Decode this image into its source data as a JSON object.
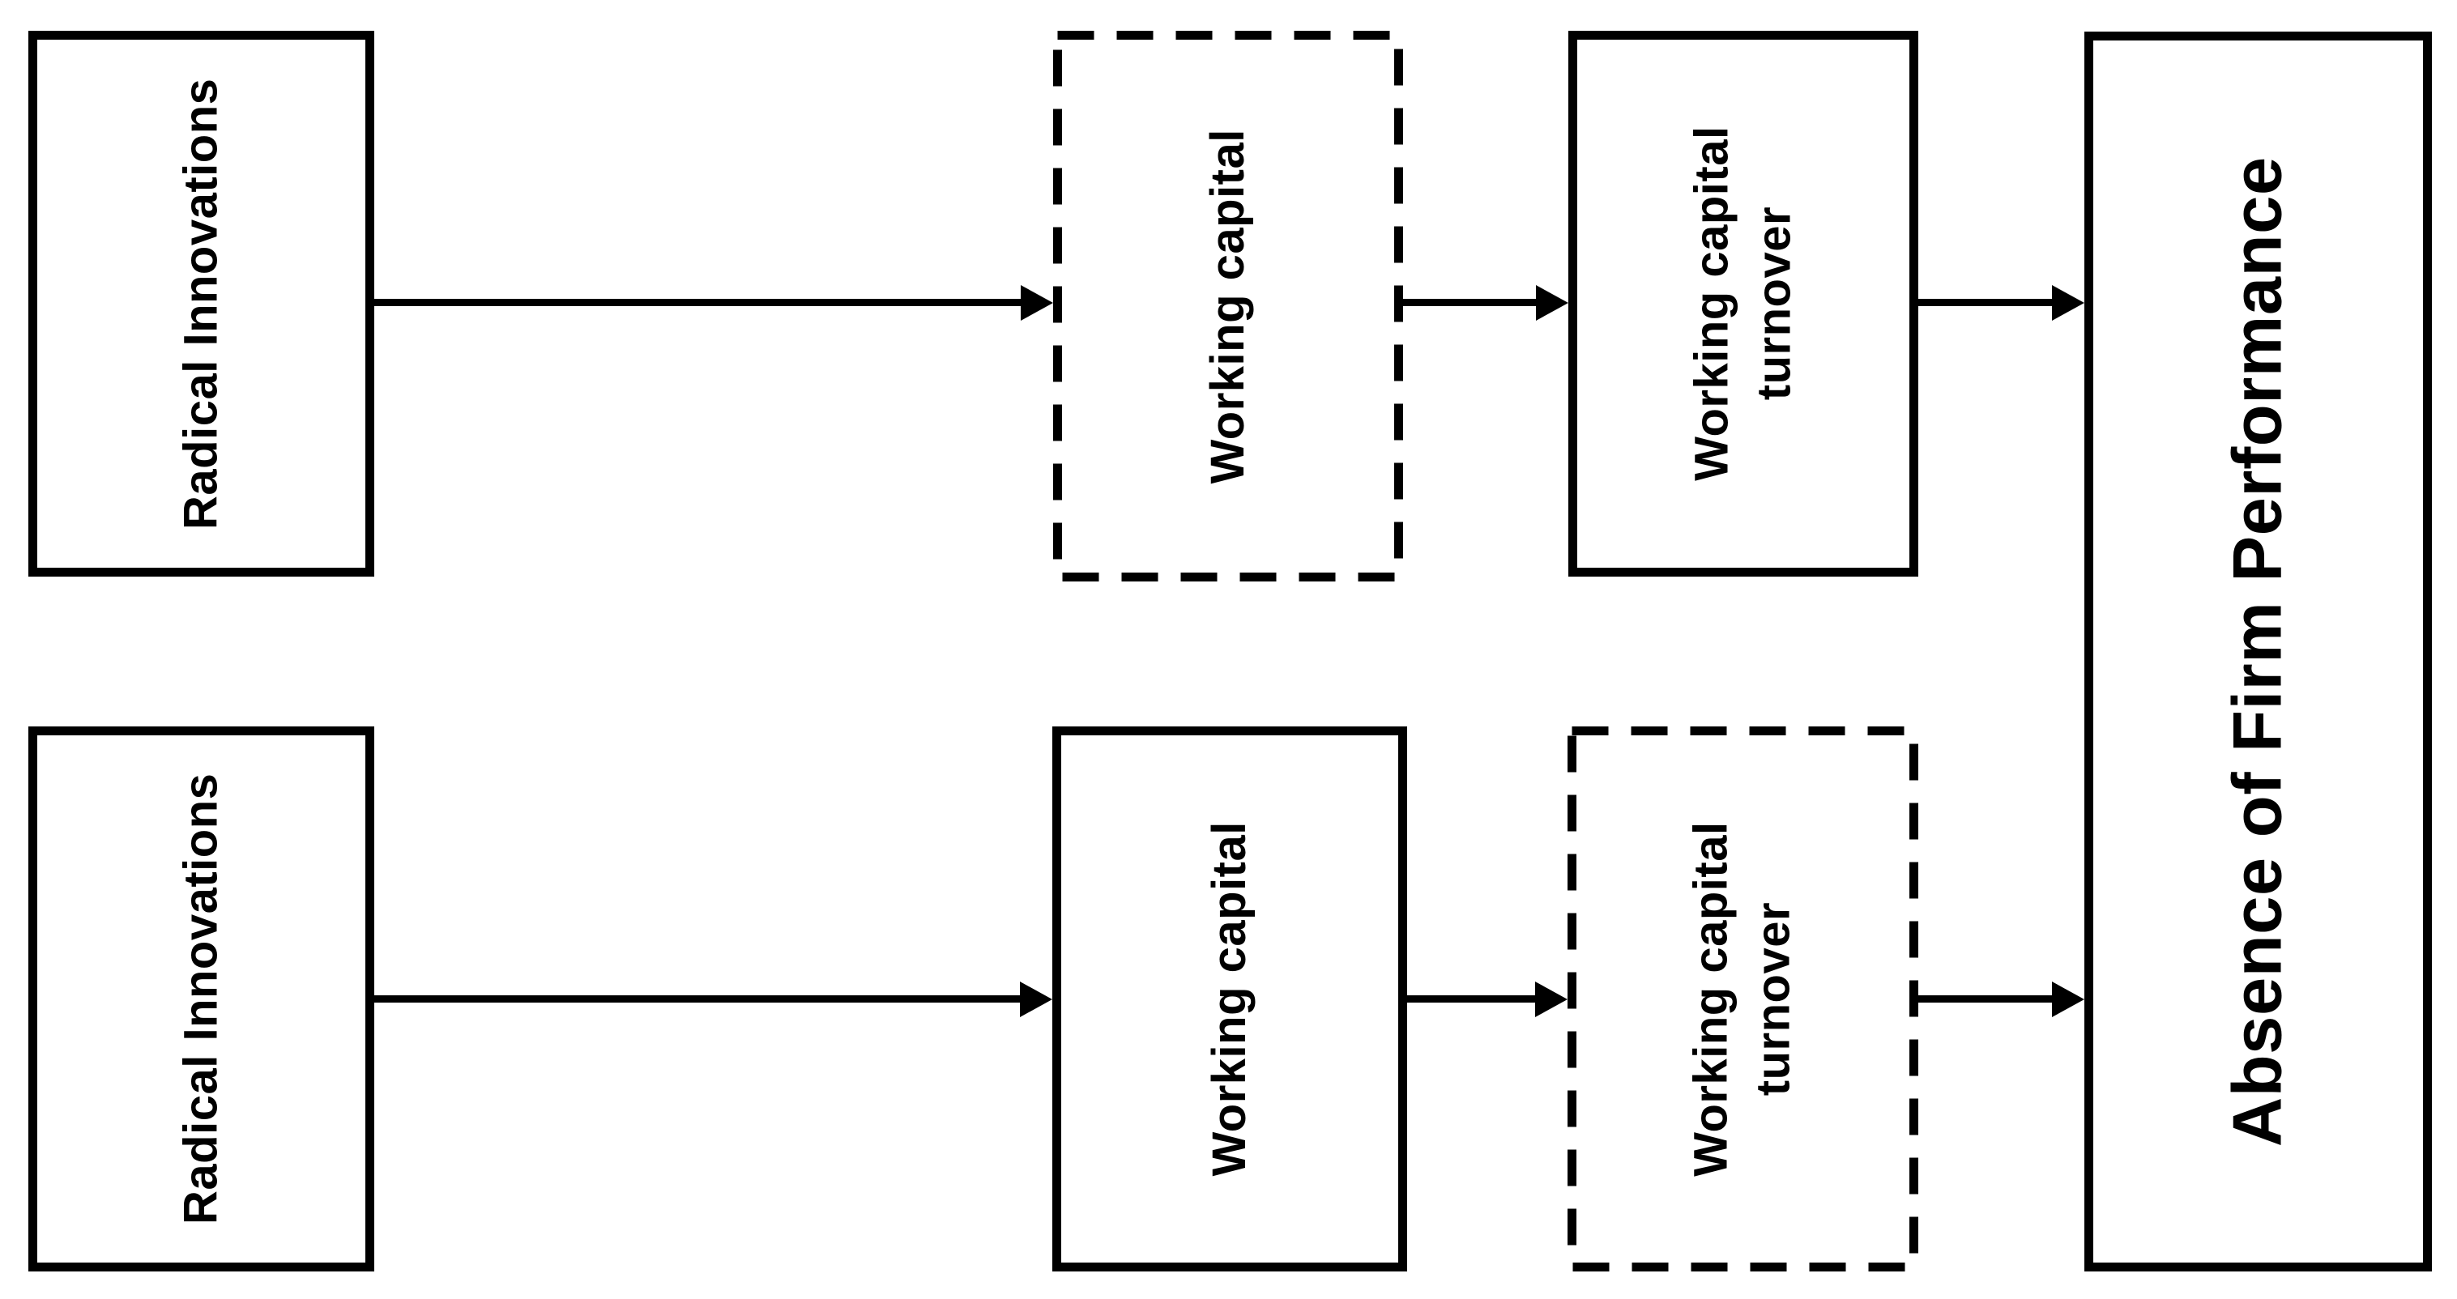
{
  "diagram": {
    "description": "Conceptual mediation diagram: radical innovations, working capital, working capital turnover, absence of firm performance",
    "colors": {
      "line": "#000000",
      "background": "#ffffff",
      "text": "#000000"
    },
    "nodes": [
      {
        "id": "radical-innovations-top",
        "label": "Radical Innovations",
        "border": "solid"
      },
      {
        "id": "working-capital-top",
        "label": "Working capital",
        "border": "dashed"
      },
      {
        "id": "working-capital-turnover-top",
        "label": "Working capital\nturnover",
        "border": "solid"
      },
      {
        "id": "radical-innovations-bottom",
        "label": "Radical Innovations",
        "border": "solid"
      },
      {
        "id": "working-capital-bottom",
        "label": "Working capital",
        "border": "solid"
      },
      {
        "id": "working-capital-turnover-bottom",
        "label": "Working capital\nturnover",
        "border": "dashed"
      },
      {
        "id": "absence-of-firm-performance",
        "label": "Absence of Firm Performance",
        "border": "solid"
      }
    ],
    "edges": [
      {
        "from": "radical-innovations-top",
        "to": "working-capital-top"
      },
      {
        "from": "working-capital-top",
        "to": "working-capital-turnover-top"
      },
      {
        "from": "working-capital-turnover-top",
        "to": "absence-of-firm-performance"
      },
      {
        "from": "radical-innovations-bottom",
        "to": "working-capital-bottom"
      },
      {
        "from": "working-capital-bottom",
        "to": "working-capital-turnover-bottom"
      },
      {
        "from": "working-capital-turnover-bottom",
        "to": "absence-of-firm-performance"
      }
    ]
  }
}
